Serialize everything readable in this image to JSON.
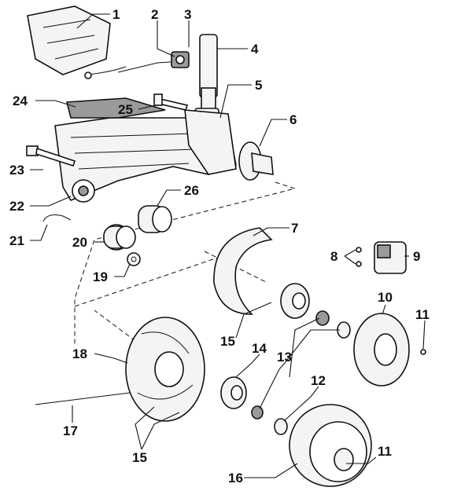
{
  "callouts": [
    {
      "id": "c1",
      "label": "1"
    },
    {
      "id": "c2",
      "label": "2"
    },
    {
      "id": "c3",
      "label": "3"
    },
    {
      "id": "c4",
      "label": "4"
    },
    {
      "id": "c5",
      "label": "5"
    },
    {
      "id": "c6",
      "label": "6"
    },
    {
      "id": "c7",
      "label": "7"
    },
    {
      "id": "c8",
      "label": "8"
    },
    {
      "id": "c9",
      "label": "9"
    },
    {
      "id": "c10",
      "label": "10"
    },
    {
      "id": "c11a",
      "label": "11"
    },
    {
      "id": "c11b",
      "label": "11"
    },
    {
      "id": "c12",
      "label": "12"
    },
    {
      "id": "c13",
      "label": "13"
    },
    {
      "id": "c14",
      "label": "14"
    },
    {
      "id": "c15a",
      "label": "15"
    },
    {
      "id": "c15b",
      "label": "15"
    },
    {
      "id": "c16",
      "label": "16"
    },
    {
      "id": "c17",
      "label": "17"
    },
    {
      "id": "c18",
      "label": "18"
    },
    {
      "id": "c19",
      "label": "19"
    },
    {
      "id": "c20",
      "label": "20"
    },
    {
      "id": "c21",
      "label": "21"
    },
    {
      "id": "c22",
      "label": "22"
    },
    {
      "id": "c23",
      "label": "23"
    },
    {
      "id": "c24",
      "label": "24"
    },
    {
      "id": "c25",
      "label": "25"
    },
    {
      "id": "c26",
      "label": "26"
    }
  ]
}
